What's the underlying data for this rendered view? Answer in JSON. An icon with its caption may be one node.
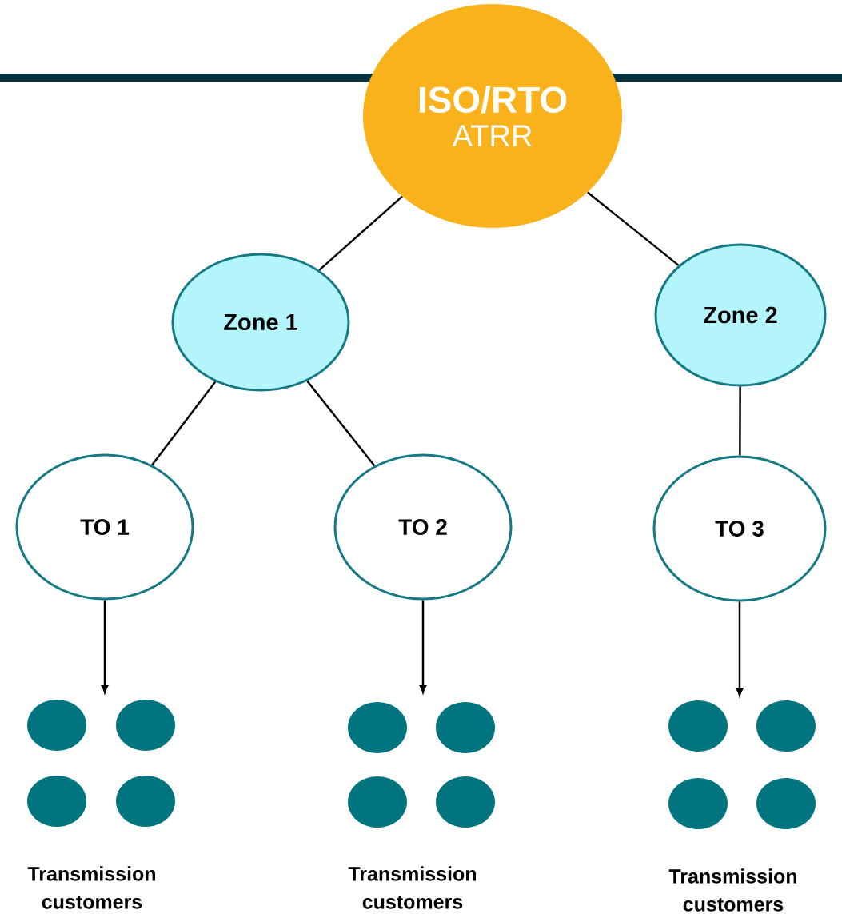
{
  "diagram": {
    "nodes": [
      {
        "text": [
          "ISO/RTO",
          "ATRR"
        ]
      },
      {
        "text": [
          "Zone 1"
        ]
      },
      {
        "text": [
          "Zone 2"
        ]
      },
      {
        "text": [
          "TO 1"
        ]
      },
      {
        "text": [
          "TO 2"
        ]
      },
      {
        "text": [
          "TO 3"
        ]
      },
      {
        "text": [],
        "shape": "circle"
      },
      {
        "text": [],
        "shape": "circle"
      },
      {
        "text": [],
        "shape": "circle"
      },
      {
        "text": [],
        "shape": "circle"
      },
      {
        "text": [],
        "shape": "circle"
      },
      {
        "text": [],
        "shape": "circle"
      },
      {
        "text": [],
        "shape": "circle"
      },
      {
        "text": [],
        "shape": "circle"
      },
      {
        "text": [],
        "shape": "circle"
      },
      {
        "text": [],
        "shape": "circle"
      },
      {
        "text": [],
        "shape": "circle"
      },
      {
        "text": [],
        "shape": "circle"
      }
    ],
    "edges": [
      {
        "from": 0,
        "to": 1,
        "arrow": "none"
      },
      {
        "from": 0,
        "to": 2,
        "arrow": "none"
      },
      {
        "from": 1,
        "to": 3,
        "arrow": "none"
      },
      {
        "from": 1,
        "to": 4,
        "arrow": "none"
      },
      {
        "from": 2,
        "to": 5,
        "arrow": "none"
      },
      {
        "from": 3,
        "to": null,
        "arrow": "to"
      },
      {
        "from": 4,
        "to": null,
        "arrow": "to"
      },
      {
        "from": 5,
        "to": null,
        "arrow": "to"
      }
    ],
    "labels": [
      "Transmission customers",
      "Transmission customers",
      "Transmission customers"
    ]
  }
}
